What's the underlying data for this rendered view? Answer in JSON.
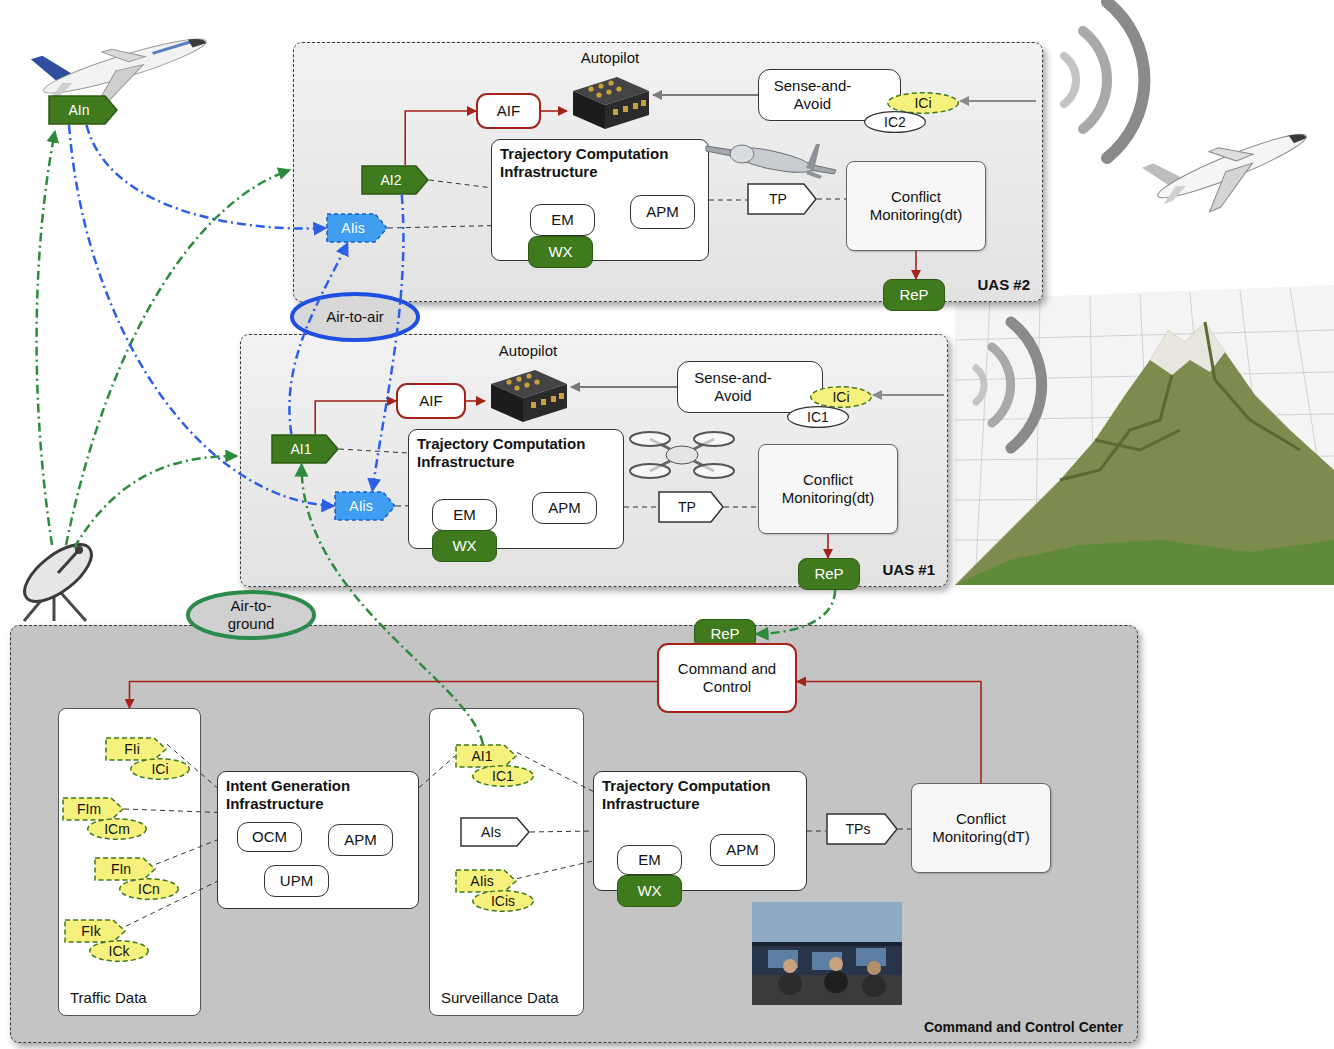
{
  "diagram": {
    "nodes": [
      {
        "text": [
          "UAS #2"
        ]
      },
      {
        "text": [
          "AIF"
        ],
        "in": 0
      },
      {
        "text": [
          "Autopilot"
        ],
        "in": 0
      },
      {
        "text": [
          "Sense-and-Avoid"
        ],
        "in": 0
      },
      {
        "text": [
          "ICi"
        ],
        "in": 3
      },
      {
        "text": [
          "IC2"
        ],
        "in": 3
      },
      {
        "text": [
          "AI2"
        ],
        "in": 0
      },
      {
        "text": [
          "AIis"
        ],
        "in": 0
      },
      {
        "text": [
          "Trajectory Computation Infrastructure"
        ],
        "in": 0
      },
      {
        "text": [
          "EM"
        ],
        "in": 8
      },
      {
        "text": [
          "WX"
        ],
        "in": 8
      },
      {
        "text": [
          "APM"
        ],
        "in": 8
      },
      {
        "text": [
          "TP"
        ],
        "in": 0
      },
      {
        "text": [
          "Conflict Monitoring(dt)"
        ],
        "in": 0
      },
      {
        "text": [
          "ReP"
        ],
        "in": 0
      },
      {
        "text": [
          "UAS #1"
        ]
      },
      {
        "text": [
          "AIF"
        ],
        "in": 15
      },
      {
        "text": [
          "Autopilot"
        ],
        "in": 15
      },
      {
        "text": [
          "Sense-and-Avoid"
        ],
        "in": 15
      },
      {
        "text": [
          "ICi"
        ],
        "in": 18
      },
      {
        "text": [
          "IC1"
        ],
        "in": 18
      },
      {
        "text": [
          "AI1"
        ],
        "in": 15
      },
      {
        "text": [
          "AIis"
        ],
        "in": 15
      },
      {
        "text": [
          "Trajectory Computation Infrastructure"
        ],
        "in": 15
      },
      {
        "text": [
          "EM"
        ],
        "in": 23
      },
      {
        "text": [
          "WX"
        ],
        "in": 23
      },
      {
        "text": [
          "APM"
        ],
        "in": 23
      },
      {
        "text": [
          "TP"
        ],
        "in": 15
      },
      {
        "text": [
          "Conflict Monitoring(dt)"
        ],
        "in": 15
      },
      {
        "text": [
          "ReP"
        ],
        "in": 15
      },
      {
        "text": [
          "Command and Control Center"
        ]
      },
      {
        "text": [
          "ReP"
        ],
        "in": 30
      },
      {
        "text": [
          "Command and Control"
        ],
        "in": 30
      },
      {
        "text": [
          "Traffic Data"
        ],
        "in": 30
      },
      {
        "text": [
          "FIi"
        ],
        "in": 33
      },
      {
        "text": [
          "ICi"
        ],
        "in": 33
      },
      {
        "text": [
          "FIm"
        ],
        "in": 33
      },
      {
        "text": [
          "ICm"
        ],
        "in": 33
      },
      {
        "text": [
          "FIn"
        ],
        "in": 33
      },
      {
        "text": [
          "ICn"
        ],
        "in": 33
      },
      {
        "text": [
          "FIk"
        ],
        "in": 33
      },
      {
        "text": [
          "ICk"
        ],
        "in": 33
      },
      {
        "text": [
          "Intent Generation Infrastructure"
        ],
        "in": 30
      },
      {
        "text": [
          "OCM"
        ],
        "in": 42
      },
      {
        "text": [
          "APM"
        ],
        "in": 42
      },
      {
        "text": [
          "UPM"
        ],
        "in": 42
      },
      {
        "text": [
          "Surveillance Data"
        ],
        "in": 30
      },
      {
        "text": [
          "AI1"
        ],
        "in": 46
      },
      {
        "text": [
          "IC1"
        ],
        "in": 46
      },
      {
        "text": [
          "AIs"
        ],
        "in": 46
      },
      {
        "text": [
          "AIis"
        ],
        "in": 46
      },
      {
        "text": [
          "ICis"
        ],
        "in": 46
      },
      {
        "text": [
          "Trajectory Computation Infrastructure"
        ],
        "in": 30
      },
      {
        "text": [
          "EM"
        ],
        "in": 52
      },
      {
        "text": [
          "WX"
        ],
        "in": 52
      },
      {
        "text": [
          "APM"
        ],
        "in": 52
      },
      {
        "text": [
          "TPs"
        ],
        "in": 30
      },
      {
        "text": [
          "Conflict Monitoring(dT)"
        ],
        "in": 30
      },
      {
        "text": [
          "AIn"
        ]
      },
      {
        "text": [
          "Air-to-air"
        ]
      },
      {
        "text": [
          "Air-to-ground"
        ]
      }
    ],
    "edges": [
      {
        "from": 6,
        "to": 1,
        "arrow": "to"
      },
      {
        "from": 1,
        "to": 2,
        "arrow": "to"
      },
      {
        "from": 3,
        "to": 2,
        "arrow": "to"
      },
      {
        "from": 6,
        "to": 8,
        "arrow": "none"
      },
      {
        "from": 7,
        "to": 8,
        "arrow": "none"
      },
      {
        "from": 8,
        "to": 12,
        "arrow": "none"
      },
      {
        "from": 12,
        "to": 13,
        "arrow": "none"
      },
      {
        "from": 13,
        "to": 14,
        "arrow": "to"
      },
      {
        "from": 21,
        "to": 16,
        "arrow": "to"
      },
      {
        "from": 16,
        "to": 17,
        "arrow": "to"
      },
      {
        "from": 18,
        "to": 17,
        "arrow": "to"
      },
      {
        "from": 21,
        "to": 23,
        "arrow": "none"
      },
      {
        "from": 22,
        "to": 23,
        "arrow": "none"
      },
      {
        "from": 23,
        "to": 27,
        "arrow": "none"
      },
      {
        "from": 27,
        "to": 28,
        "arrow": "none"
      },
      {
        "from": 28,
        "to": 29,
        "arrow": "to"
      },
      {
        "from": 58,
        "to": 7,
        "arrow": "to"
      },
      {
        "from": 58,
        "to": 22,
        "arrow": "to"
      },
      {
        "from": 21,
        "to": 7,
        "arrow": "to"
      },
      {
        "from": 6,
        "to": 22,
        "arrow": "to"
      },
      {
        "from": 47,
        "to": 21,
        "arrow": "to"
      },
      {
        "from": 29,
        "to": 31,
        "arrow": "to"
      },
      {
        "from": 32,
        "to": 33,
        "arrow": "to"
      },
      {
        "from": 57,
        "to": 32,
        "arrow": "to"
      },
      {
        "from": 34,
        "to": 42,
        "arrow": "none"
      },
      {
        "from": 36,
        "to": 42,
        "arrow": "none"
      },
      {
        "from": 38,
        "to": 42,
        "arrow": "none"
      },
      {
        "from": 40,
        "to": 42,
        "arrow": "none"
      },
      {
        "from": 42,
        "to": 47,
        "arrow": "none"
      },
      {
        "from": 47,
        "to": 52,
        "arrow": "none"
      },
      {
        "from": 49,
        "to": 52,
        "arrow": "none"
      },
      {
        "from": 50,
        "to": 52,
        "arrow": "none"
      },
      {
        "from": 52,
        "to": 56,
        "arrow": "none"
      },
      {
        "from": 56,
        "to": 57,
        "arrow": "none"
      }
    ]
  }
}
